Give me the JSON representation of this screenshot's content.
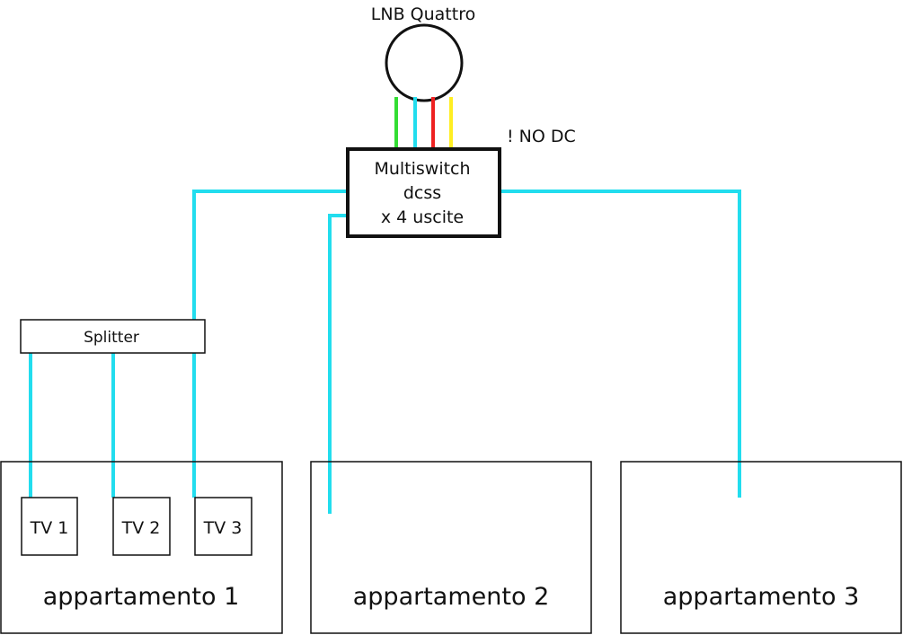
{
  "lnb": {
    "label": "LNB Quattro",
    "wire_colors": [
      "#33dd33",
      "#22ddee",
      "#ee2222",
      "#ffee22"
    ]
  },
  "multiswitch": {
    "line1": "Multiswitch",
    "line2": "dcss",
    "line3": "x 4 uscite"
  },
  "note": "! NO DC",
  "splitter": {
    "label": "Splitter"
  },
  "tvs": [
    "TV 1",
    "TV 2",
    "TV 3"
  ],
  "apartments": [
    "appartamento 1",
    "appartamento 2",
    "appartamento 3"
  ],
  "colors": {
    "cable": "#22ddee",
    "outline": "#111111"
  }
}
